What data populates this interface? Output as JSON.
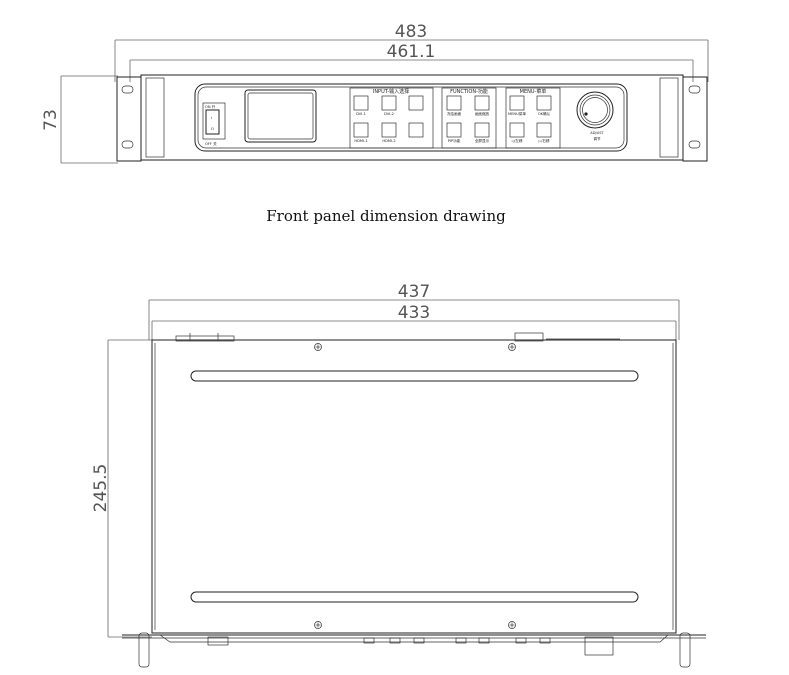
{
  "front_view": {
    "dim_outer_width": "483",
    "dim_panel_width": "461.1",
    "dim_height": "73",
    "caption": "Front panel dimension drawing",
    "power": {
      "on": "ON 开",
      "off": "OFF 关",
      "i": "I",
      "o": "O"
    },
    "groups": {
      "input": "INPUT-输入选择",
      "function": "FUNCTION-功能",
      "menu": "MENU-菜单"
    },
    "input_buttons": [
      "DVI-1",
      "DVI-2",
      "HDMI-1",
      "HDMI-2"
    ],
    "function_buttons": [
      "冻结画面",
      "画面缩放",
      "PIP功能",
      "全屏显示"
    ],
    "menu_buttons": [
      "MENU菜单",
      "OK确认",
      "◁/左移",
      "▷/右移"
    ],
    "knob_label_en": "ADJUST",
    "knob_label_cn": "调节"
  },
  "top_view": {
    "dim_outer_width": "437",
    "dim_inner_width": "433",
    "dim_depth": "245.5"
  }
}
